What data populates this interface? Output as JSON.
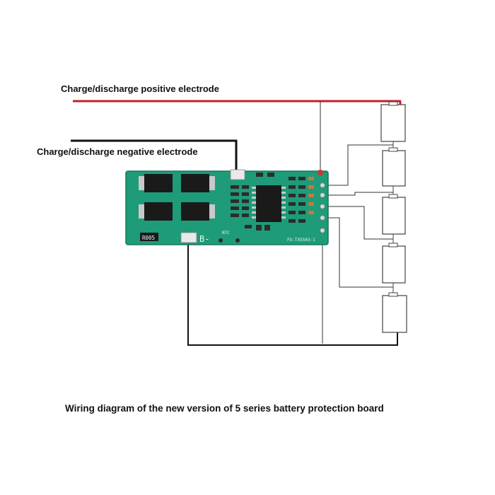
{
  "labels": {
    "positive": "Charge/discharge positive electrode",
    "negative": "Charge/discharge negative electrode",
    "caption": "Wiring diagram of the new version of 5 series battery protection board"
  },
  "board": {
    "pad_bminus": "B-",
    "resistor_marking": "R005",
    "ntc_label": "NTC",
    "part_number": "FX-TX5S03-1"
  },
  "colors": {
    "positive_wire": "#c0202a",
    "negative_wire": "#111111",
    "pcb": "#1e9b78",
    "battery_fill": "#ffffff",
    "battery_stroke": "#444444"
  },
  "battery_cell_count": 5
}
